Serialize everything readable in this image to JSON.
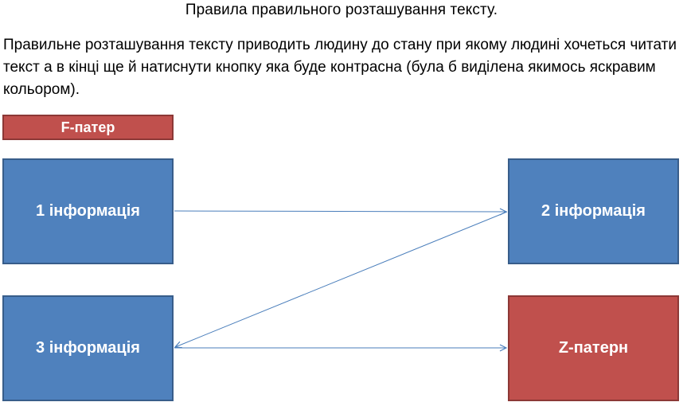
{
  "title": "Правила правильного розташування тексту.",
  "intro": "Правильне розташування тексту приводить людину до стану при якому людині хочеться читати текст а в кінці ще й натиснути кнопку яка буде контрасна (була б виділена якимось яскравим кольором).",
  "tag_label": "F-патер",
  "boxes": {
    "box1": "1 інформація",
    "box2": "2 інформація",
    "box3": "3 інформація",
    "box4": "Z-патерн"
  },
  "colors": {
    "blue": "#4f81bd",
    "red": "#c0504d",
    "arrow": "#4a7ebb"
  }
}
